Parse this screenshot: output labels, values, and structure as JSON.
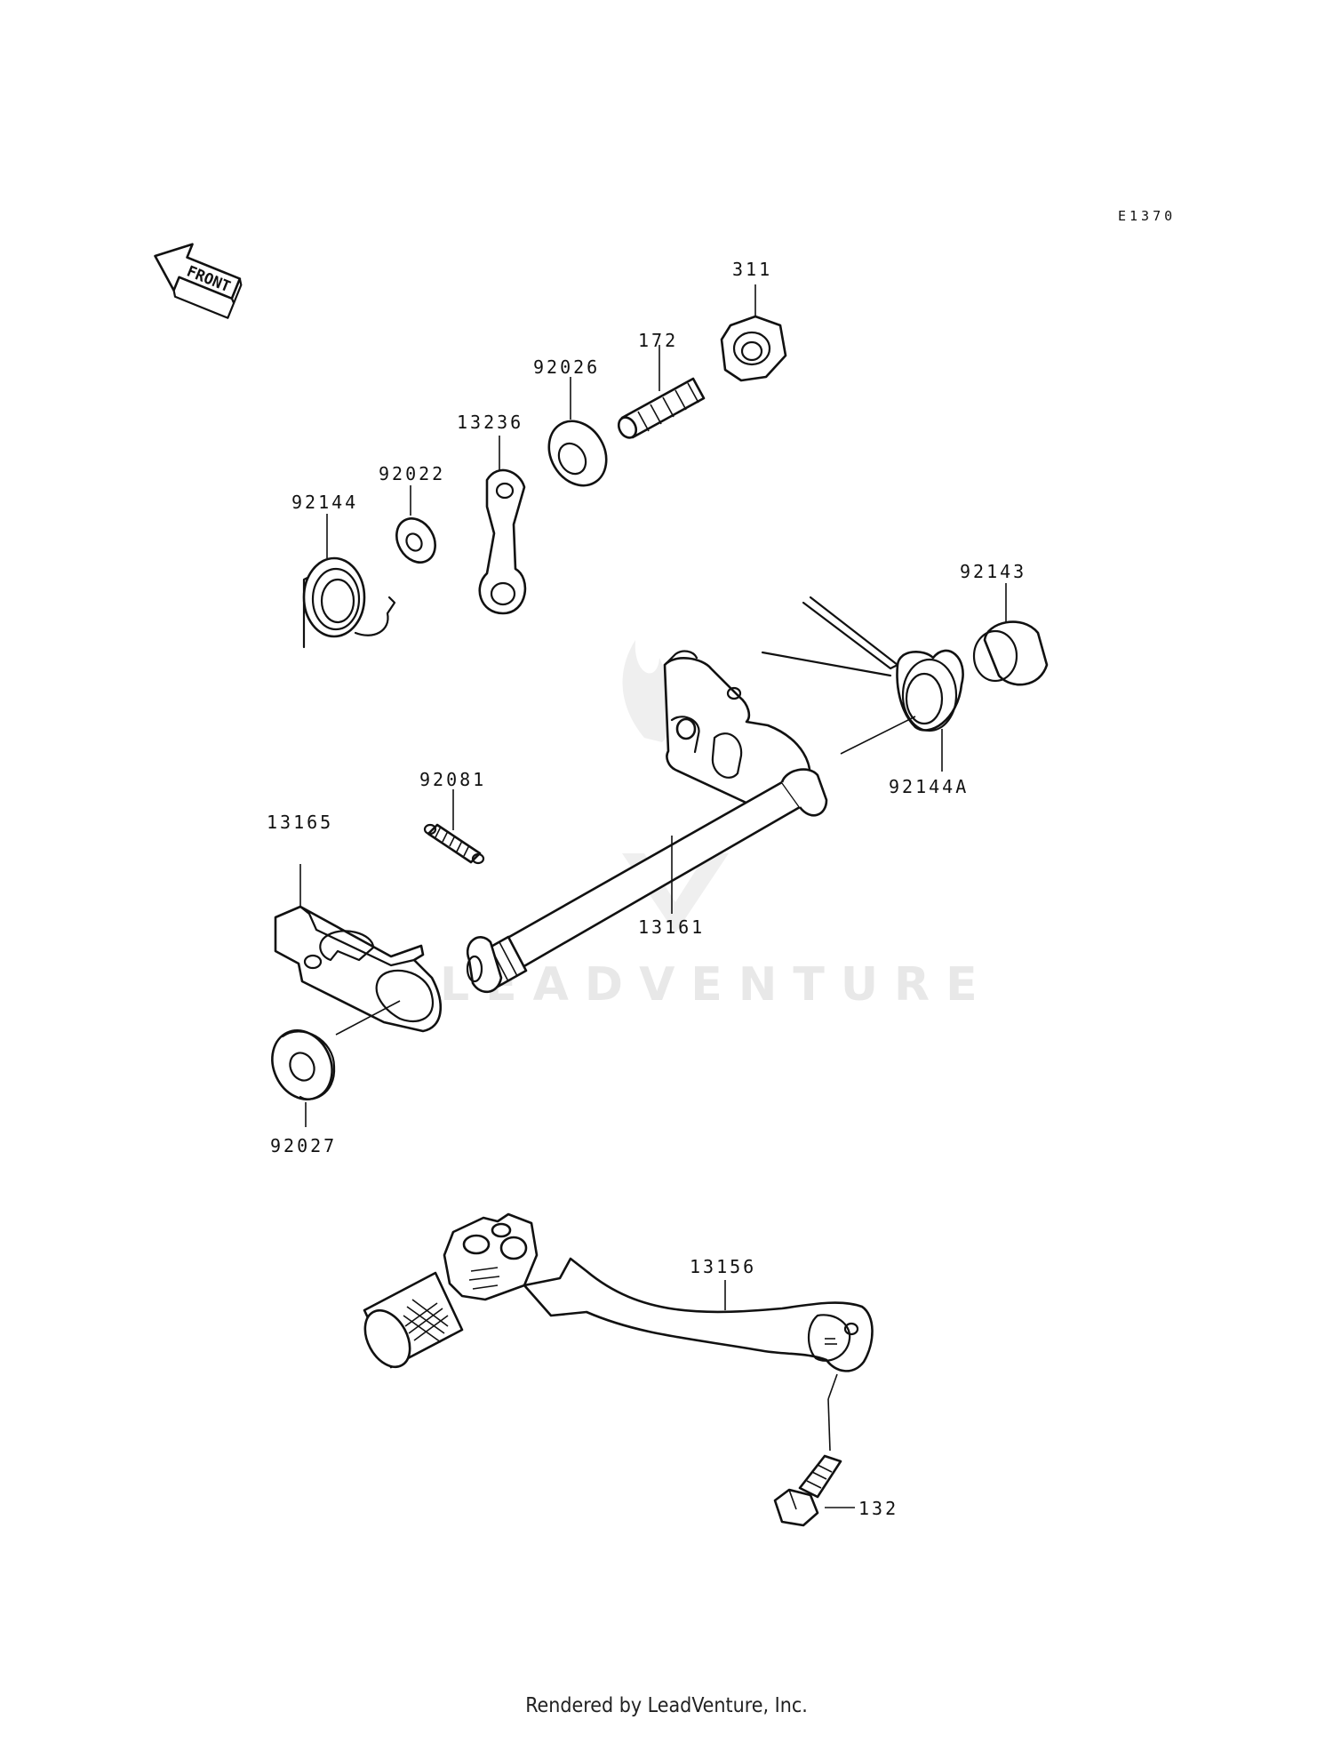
{
  "diagram_code": "E1370",
  "front_arrow_text": "FRONT",
  "watermark": "LEADVENTURE",
  "footer": "Rendered by LeadVenture, Inc.",
  "parts": {
    "p311": "311",
    "p172": "172",
    "p92026": "92026",
    "p13236": "13236",
    "p92022": "92022",
    "p92144": "92144",
    "p92143": "92143",
    "p92144A": "92144A",
    "p92081": "92081",
    "p13165": "13165",
    "p13161": "13161",
    "p92027": "92027",
    "p13156": "13156",
    "p132": "132"
  }
}
